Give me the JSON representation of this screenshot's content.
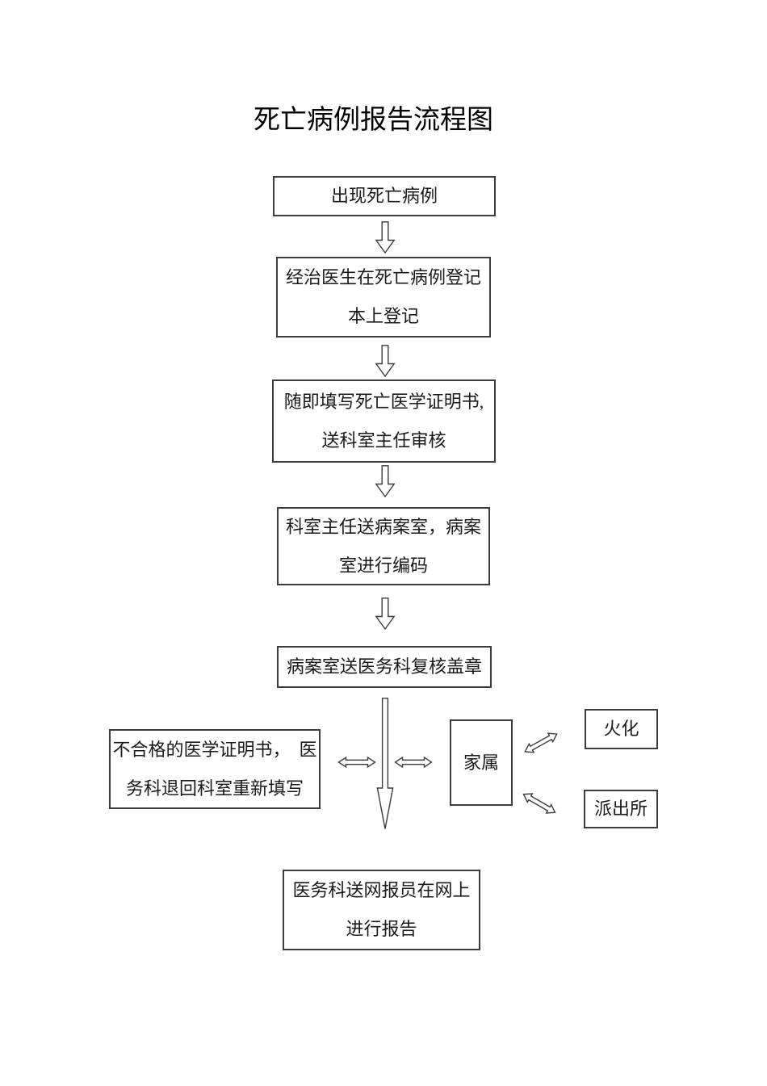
{
  "title": "死亡病例报告流程图",
  "flowchart": {
    "nodes": {
      "start": {
        "lines": [
          "出现死亡病例"
        ]
      },
      "register": {
        "lines": [
          "经治医生在死亡病例登记",
          "本上登记"
        ]
      },
      "certificate": {
        "lines": [
          "随即填写死亡医学证明书,",
          "送科室主任审核"
        ]
      },
      "coding": {
        "lines": [
          "科室主任送病案室，病案",
          "室进行编码"
        ]
      },
      "review": {
        "lines": [
          "病案室送医务科复核盖章"
        ]
      },
      "reject": {
        "lines": [
          "不合格的医学证明书，　医",
          "务科退回科室重新填写"
        ]
      },
      "family": {
        "lines": [
          "家属"
        ]
      },
      "cremation": {
        "lines": [
          "火化"
        ]
      },
      "police": {
        "lines": [
          "派出所"
        ]
      },
      "report": {
        "lines": [
          "医务科送网报员在网上",
          "进行报告"
        ]
      }
    },
    "connectors": {
      "down_arrow_icon": "hollow-down-block-arrow",
      "long_down_arrow_icon": "hollow-long-down-arrow",
      "two_way_arrow_icon": "hollow-double-headed-arrow"
    }
  },
  "colors": {
    "page_background": "#ffffff",
    "box_border": "#3c3c3c",
    "text": "#1a1a1a"
  }
}
